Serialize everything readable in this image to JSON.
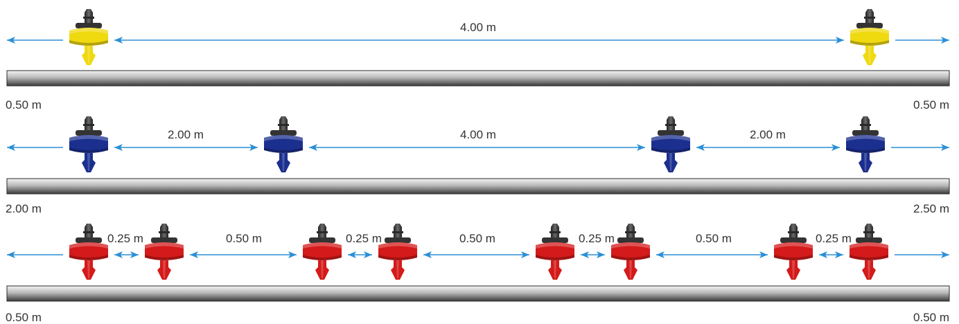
{
  "colors": {
    "arrow": "#2b8fd6",
    "pipe_light": "#f4f4f4",
    "pipe_dark": "#3a3a3a",
    "label": "#333333",
    "emitter_body": {
      "yellow": "#efd90f",
      "blue": "#1b2f8f",
      "red": "#d41a1a"
    },
    "emitter_stem": "#444444"
  },
  "rows": [
    {
      "emitter_color": "yellow",
      "emitter_icon": "dripper-icon",
      "emitter_count": 2,
      "spacing_labels": [
        "4.00 m"
      ],
      "end_left_label": "0.50 m",
      "end_right_label": "0.50 m"
    },
    {
      "emitter_color": "blue",
      "emitter_icon": "dripper-icon",
      "emitter_count": 4,
      "spacing_labels": [
        "2.00 m",
        "4.00 m",
        "2.00 m"
      ],
      "end_left_label": "2.00 m",
      "end_right_label": "2.50 m"
    },
    {
      "emitter_color": "red",
      "emitter_icon": "dripper-icon",
      "emitter_count": 8,
      "spacing_labels": [
        "0.25 m",
        "0.50 m",
        "0.25 m",
        "0.50 m",
        "0.25 m",
        "0.50 m",
        "0.25 m"
      ],
      "end_left_label": "0.50 m",
      "end_right_label": "0.50 m"
    }
  ]
}
